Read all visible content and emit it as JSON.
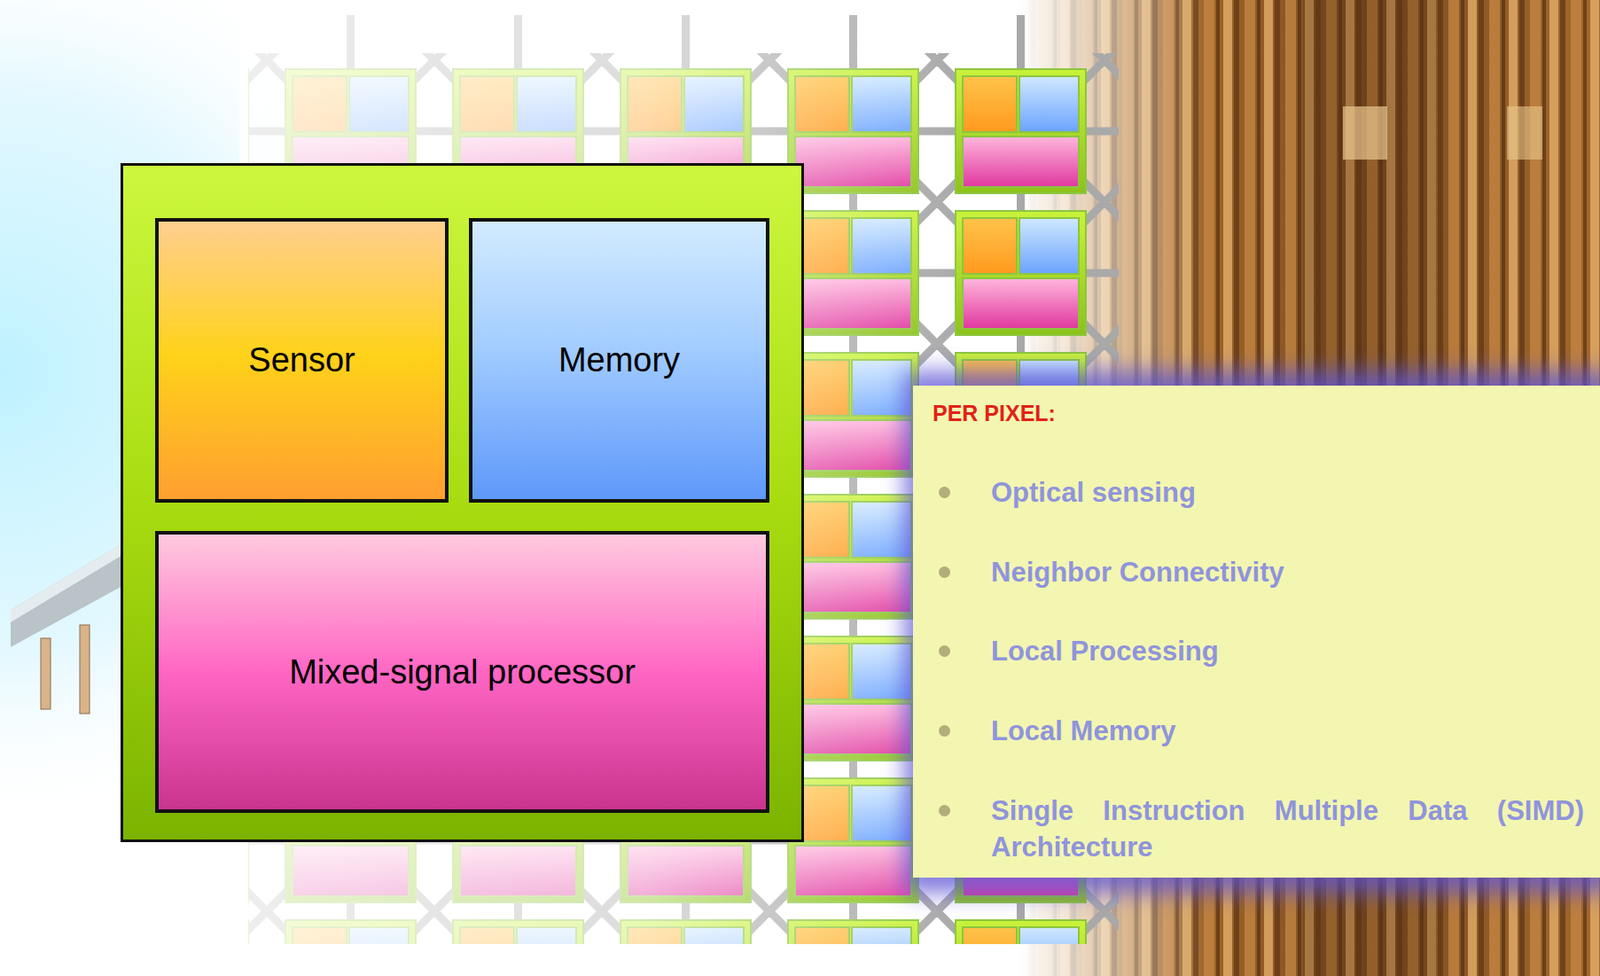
{
  "diagram": {
    "nodes": [
      {
        "text": [
          "Sensor"
        ]
      },
      {
        "text": [
          "Memory"
        ]
      },
      {
        "text": [
          "Mixed-signal processor"
        ]
      },
      {
        "text": [
          "PER PIXEL:",
          "Optical sensing",
          "Neighbor Connectivity",
          "Local Processing",
          "Local Memory",
          "Single Instruction Multiple Data (SIMD) Architecture"
        ]
      }
    ]
  }
}
